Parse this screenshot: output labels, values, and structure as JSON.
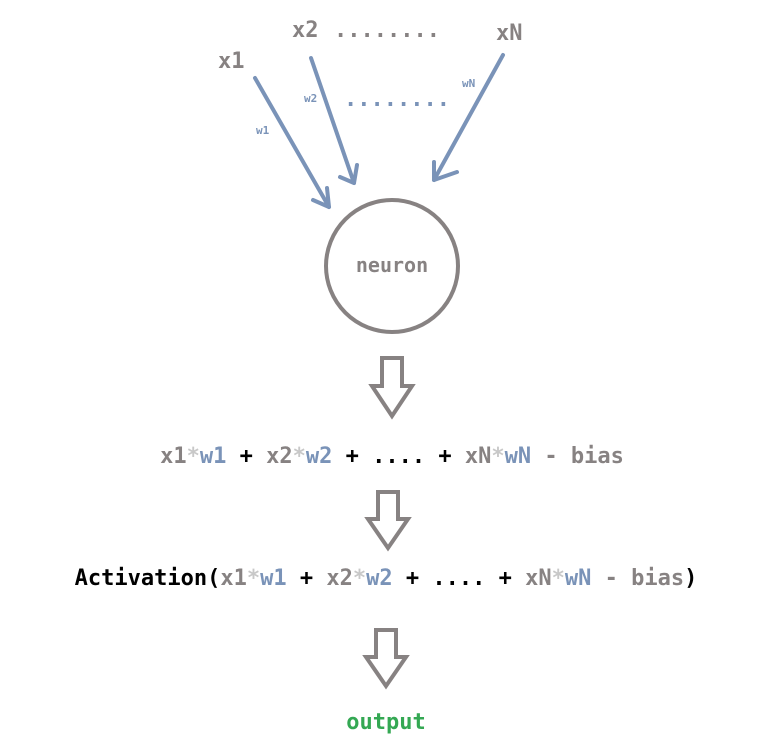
{
  "inputs": {
    "x1": "x1",
    "x2": "x2",
    "xN": "xN",
    "ellipsis": "........"
  },
  "weights": {
    "w1": "w1",
    "w2": "w2",
    "wN": "wN",
    "ellipsis": "........"
  },
  "neuron_label": "neuron",
  "formula": {
    "x1": "x1",
    "w1": "w1",
    "x2": "x2",
    "w2": "w2",
    "xN": "xN",
    "wN": "wN",
    "mul": "*",
    "plus": "+",
    "ellipsis": "....",
    "minus": "-",
    "bias": "bias"
  },
  "activation": {
    "name": "Activation",
    "open_paren": "(",
    "close_paren": ")"
  },
  "output_label": "output",
  "colors": {
    "gray": "#878282",
    "blue": "#7a93b8",
    "light_gray": "#c8c8c8",
    "black": "#000000",
    "green": "#34a853"
  }
}
